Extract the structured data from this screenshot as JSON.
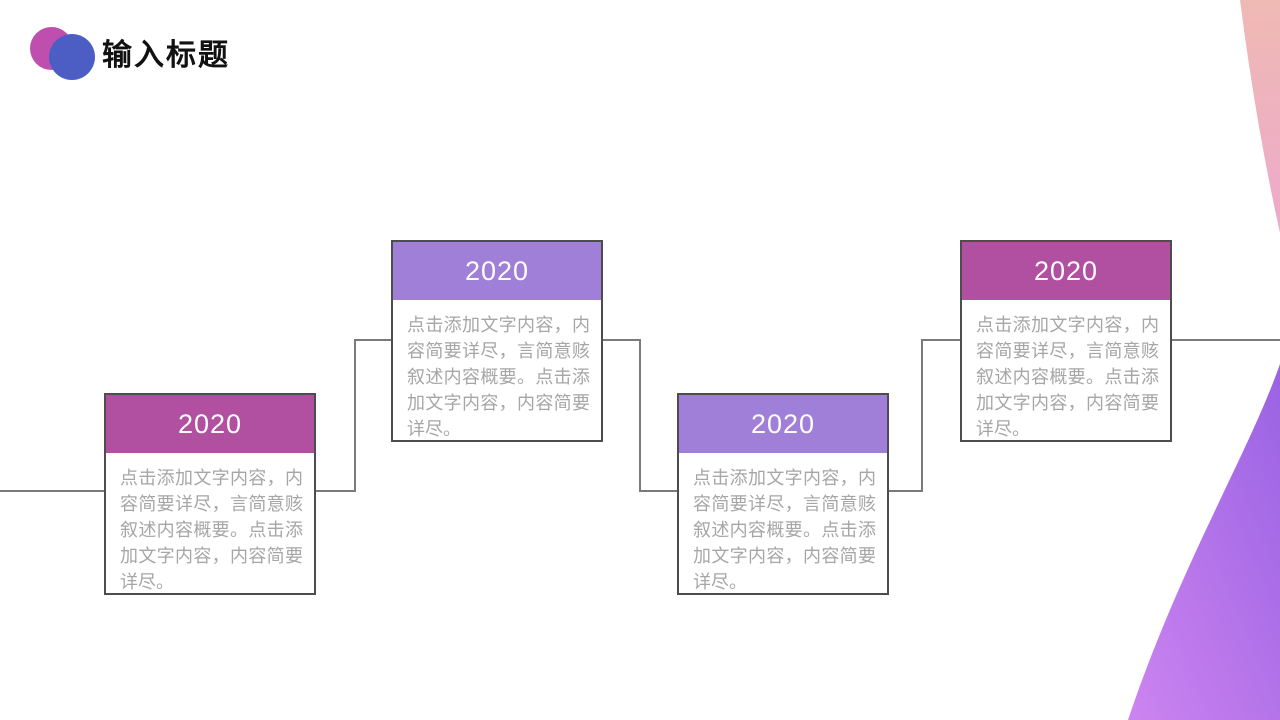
{
  "slide": {
    "title": "输入标题",
    "title_accent_colors": {
      "magenta_circle": "#bf4fae",
      "blue_circle": "#4c5ec4"
    },
    "background_color": "#ffffff"
  },
  "timeline": {
    "connector_color": "#7a7a7a",
    "card_border_color": "#4d4d4d",
    "cards": [
      {
        "year": "2020",
        "header_color": "#b150a0",
        "body": "点击添加文字内容，内容简要详尽，言简意赅叙述内容概要。点击添加文字内容，内容简要详尽。"
      },
      {
        "year": "2020",
        "header_color": "#a07fd8",
        "body": "点击添加文字内容，内容简要详尽，言简意赅叙述内容概要。点击添加文字内容，内容简要详尽。"
      },
      {
        "year": "2020",
        "header_color": "#a07fd8",
        "body": "点击添加文字内容，内容简要详尽，言简意赅叙述内容概要。点击添加文字内容，内容简要详尽。"
      },
      {
        "year": "2020",
        "header_color": "#b150a0",
        "body": "点击添加文字内容，内容简要详尽，言简意赅叙述内容概要。点击添加文字内容，内容简要详尽。"
      }
    ]
  },
  "decor": {
    "pink_wedge_gradient": [
      "#efbab4",
      "#eda9cb"
    ],
    "purple_blob_gradient": [
      "#cd84f0",
      "#9a63e3"
    ]
  }
}
